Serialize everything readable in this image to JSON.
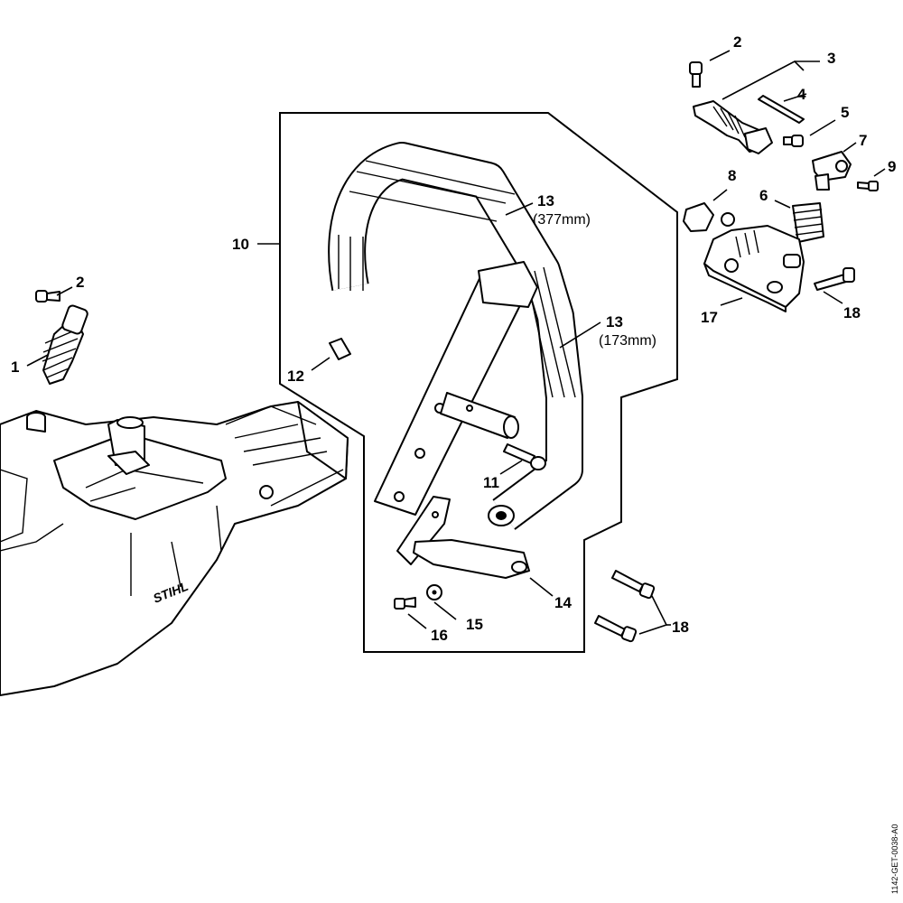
{
  "diagram": {
    "reference_code": "1142-GET-0038-A0",
    "brand_mark": "STIHL",
    "callouts": [
      {
        "id": "c1",
        "label": "1"
      },
      {
        "id": "c2a",
        "label": "2"
      },
      {
        "id": "c2b",
        "label": "2"
      },
      {
        "id": "c3",
        "label": "3"
      },
      {
        "id": "c4",
        "label": "4"
      },
      {
        "id": "c5",
        "label": "5"
      },
      {
        "id": "c6",
        "label": "6"
      },
      {
        "id": "c7",
        "label": "7"
      },
      {
        "id": "c8",
        "label": "8"
      },
      {
        "id": "c9",
        "label": "9"
      },
      {
        "id": "c10",
        "label": "10"
      },
      {
        "id": "c11",
        "label": "11"
      },
      {
        "id": "c12",
        "label": "12"
      },
      {
        "id": "c13a",
        "label": "13",
        "spec": "(377mm)"
      },
      {
        "id": "c13b",
        "label": "13",
        "spec": "(173mm)"
      },
      {
        "id": "c14",
        "label": "14"
      },
      {
        "id": "c15",
        "label": "15"
      },
      {
        "id": "c16",
        "label": "16"
      },
      {
        "id": "c17",
        "label": "17"
      },
      {
        "id": "c18a",
        "label": "18"
      },
      {
        "id": "c18b",
        "label": "18"
      }
    ]
  }
}
